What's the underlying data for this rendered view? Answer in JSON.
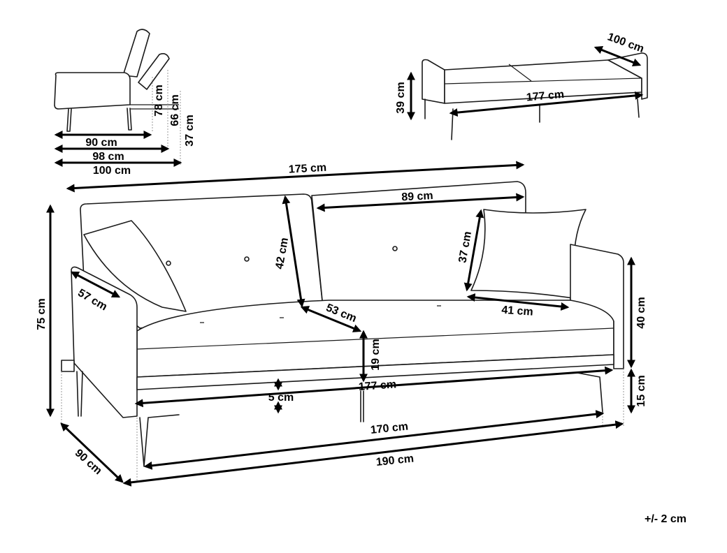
{
  "folded_side_view": {
    "d_78": "78 cm",
    "d_66": "66 cm",
    "d_37": "37 cm",
    "d_90": "90 cm",
    "d_98": "98 cm",
    "d_100": "100 cm"
  },
  "bed_view": {
    "depth": "100 cm",
    "length": "177 cm",
    "height": "39 cm"
  },
  "main_view": {
    "total_width": "175 cm",
    "back_cushion_width": "89 cm",
    "back_height": "42 cm",
    "pillow_height": "37 cm",
    "total_height": "75 cm",
    "armrest_depth": "57 cm",
    "seat_depth": "53 cm",
    "pillow_width": "41 cm",
    "armrest_height": "40 cm",
    "seat_thickness": "19 cm",
    "seat_width": "177 cm",
    "seat_gap": "5 cm",
    "leg_height": "15 cm",
    "inner_base": "170 cm",
    "total_depth": "90 cm",
    "total_length": "190 cm"
  },
  "tolerance": "+/- 2 cm"
}
